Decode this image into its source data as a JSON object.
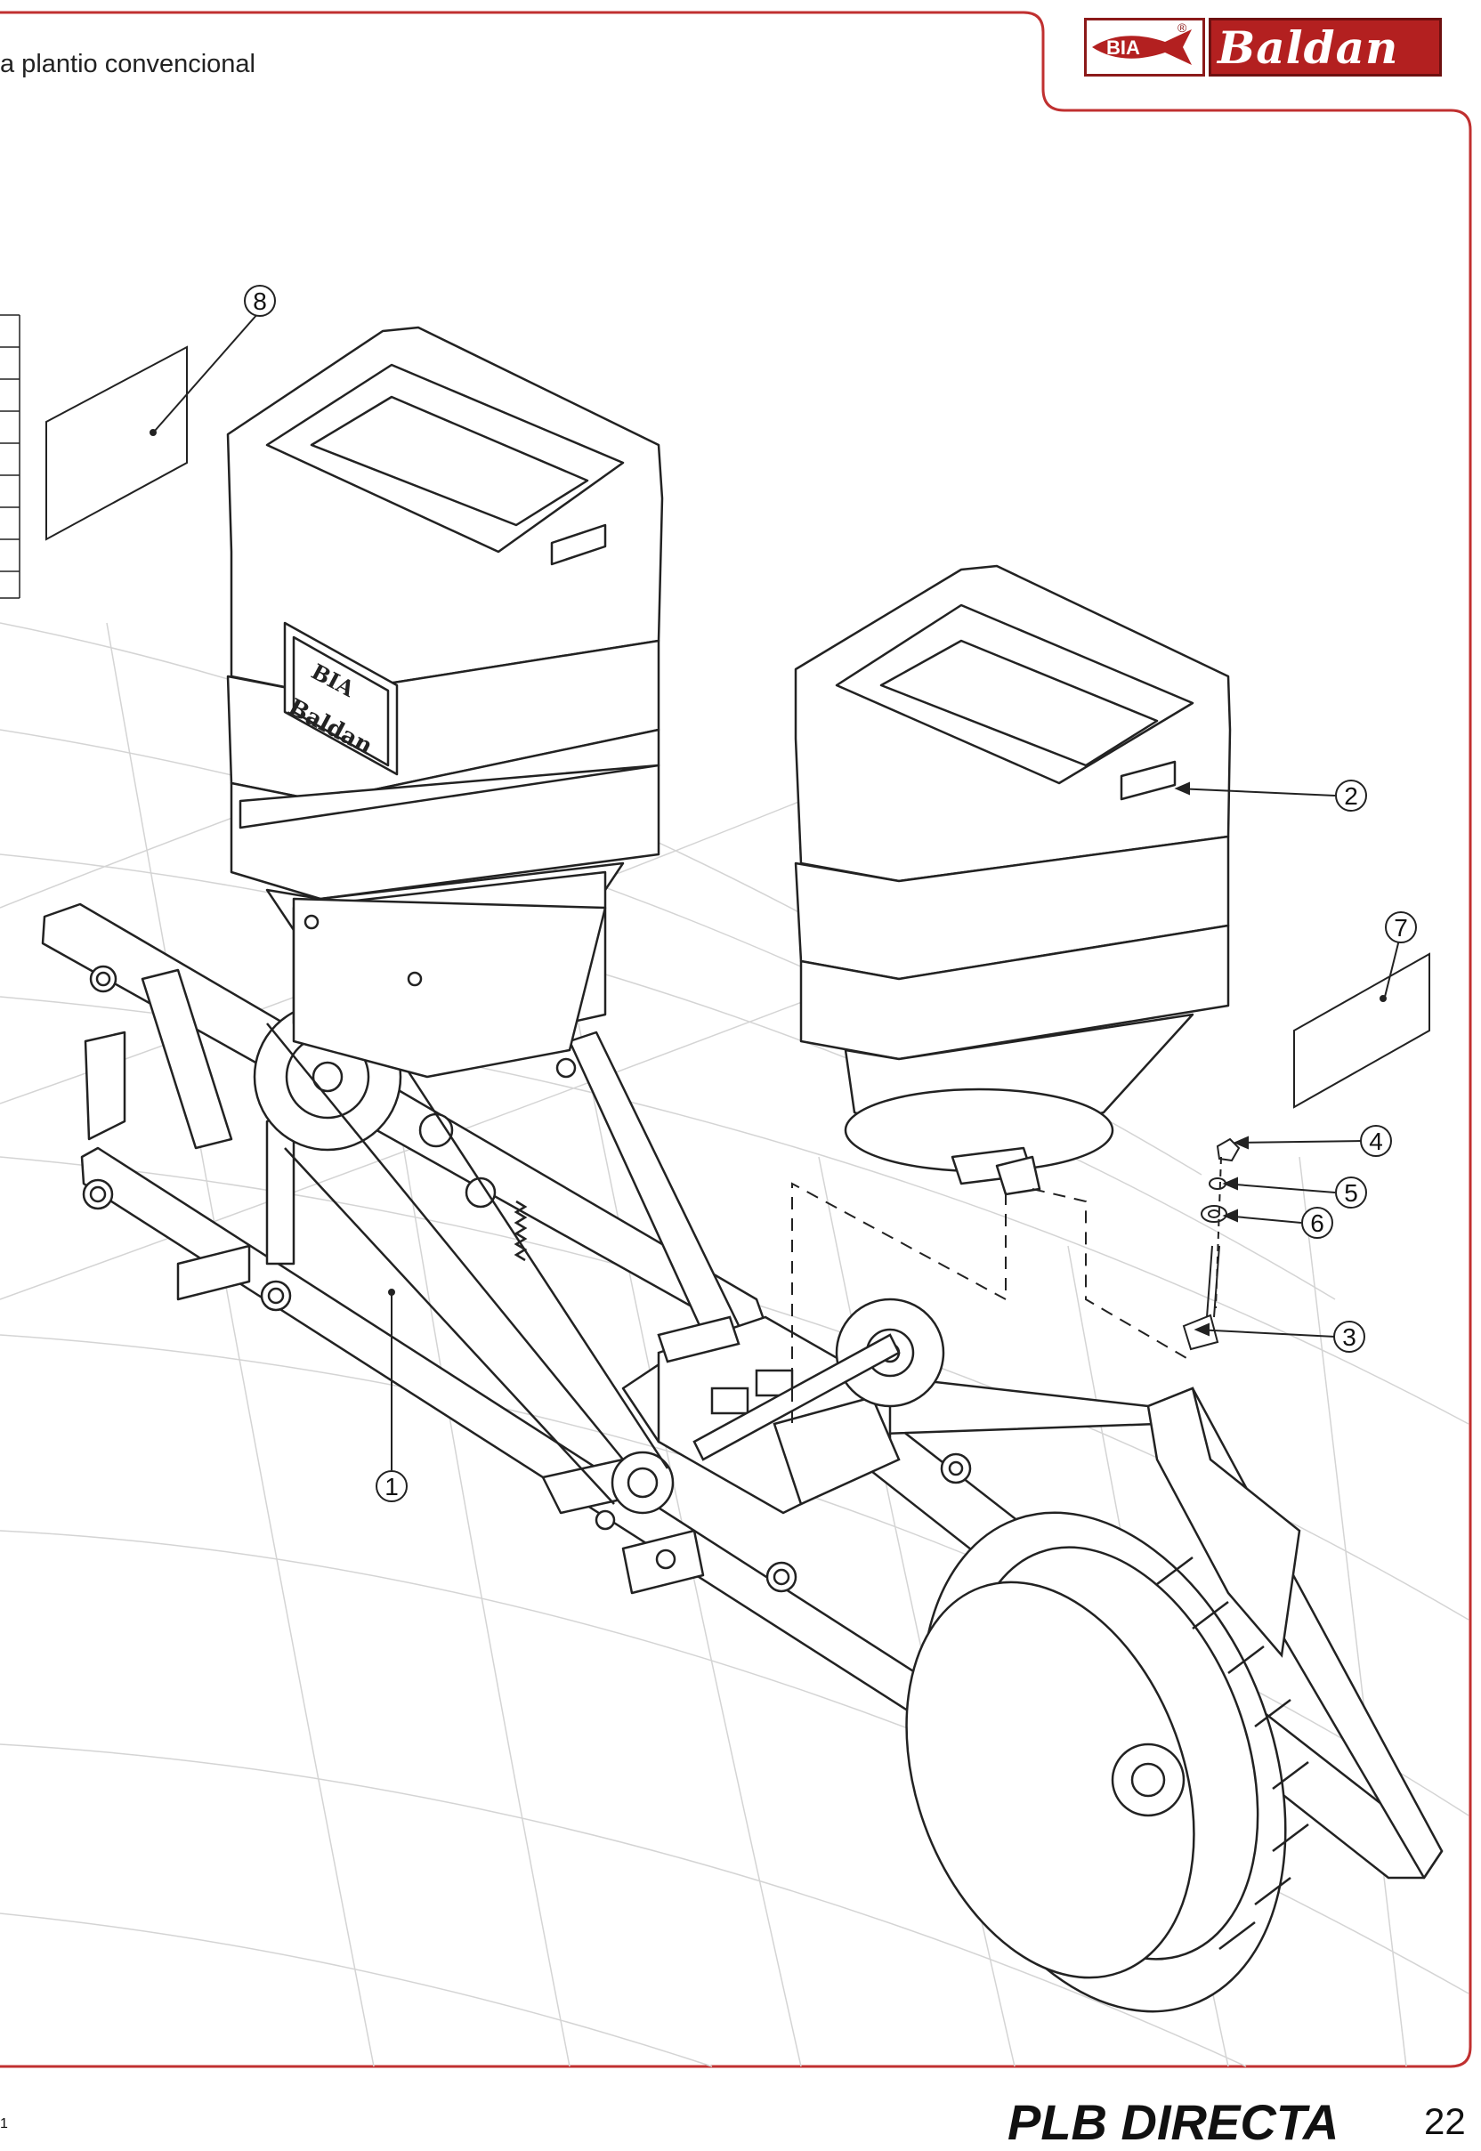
{
  "header": {
    "text": "a plantio convencional"
  },
  "logo": {
    "mark": "BIA",
    "brand": "Baldan",
    "registered": "®",
    "brand_color": "#b32020"
  },
  "drawing": {
    "hopper_badge_top": "BIA",
    "hopper_badge_bottom": "Baldan",
    "callouts": [
      {
        "label": "1"
      },
      {
        "label": "2"
      },
      {
        "label": "3"
      },
      {
        "label": "4"
      },
      {
        "label": "5"
      },
      {
        "label": "6"
      },
      {
        "label": "7"
      },
      {
        "label": "8"
      }
    ]
  },
  "footer": {
    "title": "PLB DIRECTA",
    "page_number": "22",
    "left_mark": "1"
  },
  "colors": {
    "frame": "#c03030",
    "line": "#222222",
    "background_grid": "#d4d4d4"
  }
}
